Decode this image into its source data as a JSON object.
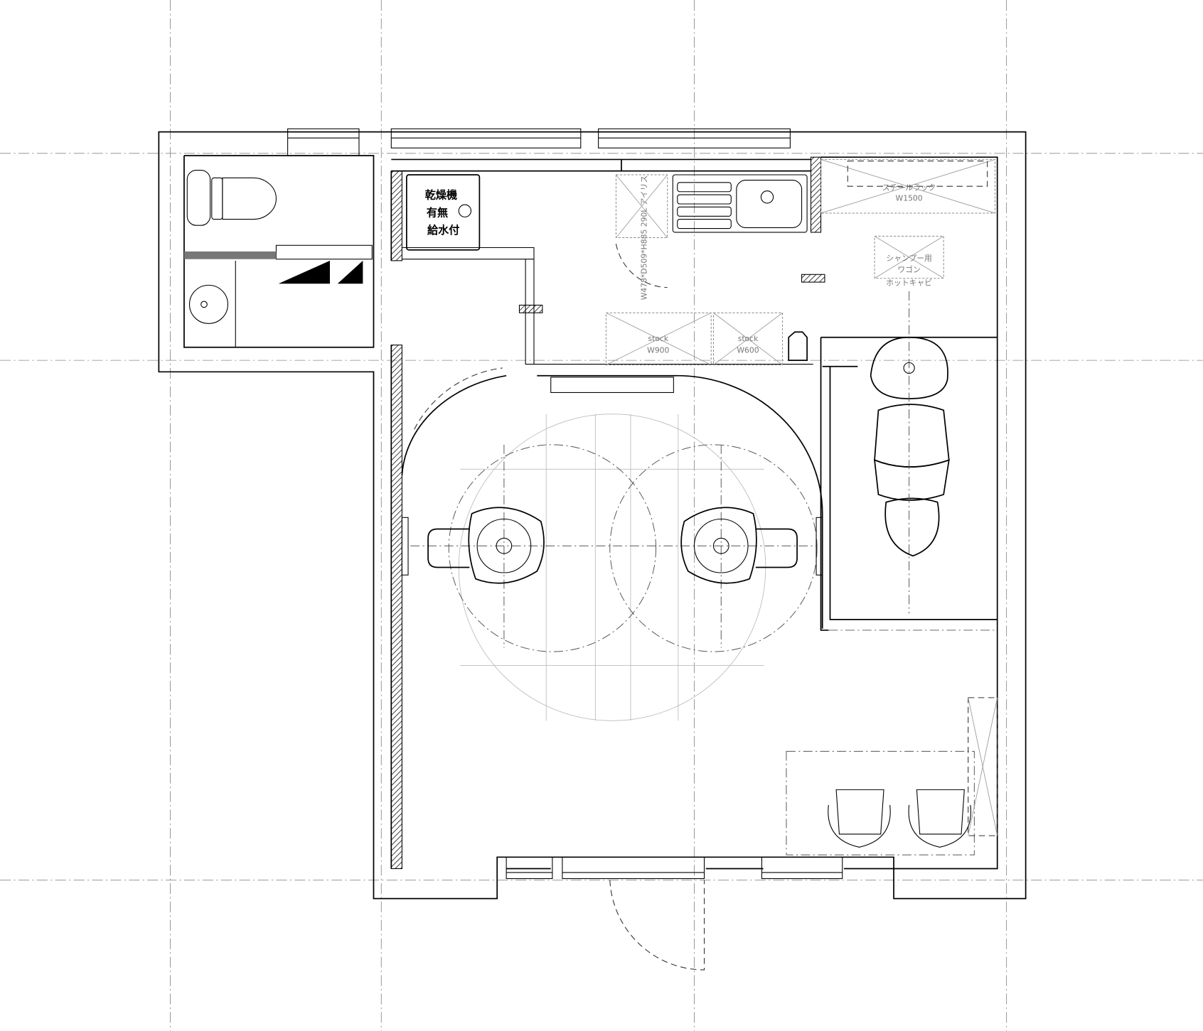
{
  "plan": {
    "dryer": {
      "line1": "乾燥機",
      "line2": "有無",
      "line3": "給水付"
    },
    "fridge_label": "W478*D509*H885 290L アイリス",
    "stock_left": {
      "name": "stock",
      "width": "W900"
    },
    "stock_right": {
      "name": "stock",
      "width": "W600"
    },
    "steel_rack": {
      "name": "スチールラック",
      "width": "W1500"
    },
    "wagon": {
      "line1": "シャンプー用",
      "line2": "ワゴン",
      "line3": "ホットキャビ"
    }
  }
}
